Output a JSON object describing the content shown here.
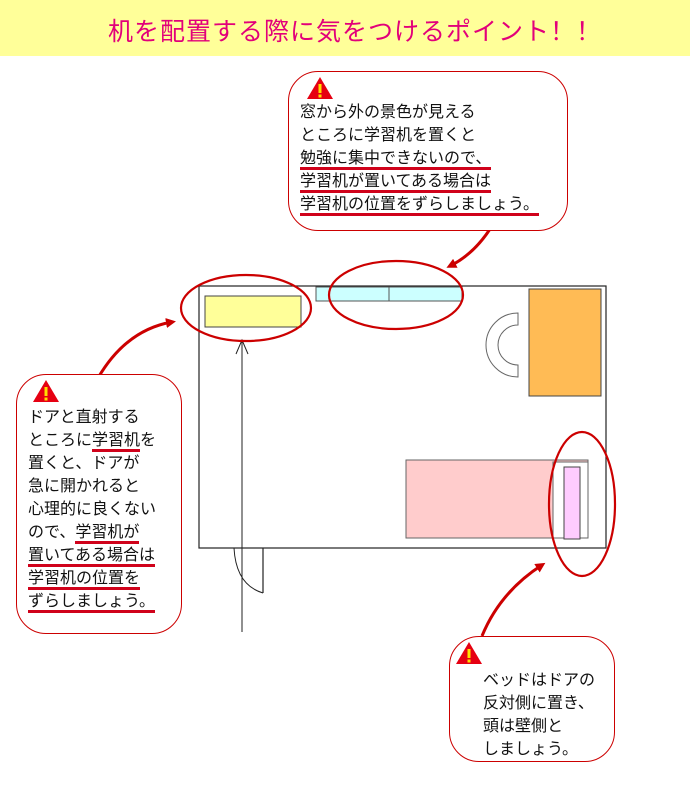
{
  "header": {
    "title": "机を配置する際に気をつけるポイント！！",
    "background": "#ffff99",
    "title_color": "#e2007a"
  },
  "notes": {
    "window": {
      "line1": "窓から外の景色が見える",
      "line2": "ところに学習机を置くと",
      "line3": "勉強に集中できないので、",
      "line4": "学習机が置いてある場合は",
      "line5": "学習机の位置をずらしましょう。"
    },
    "door": {
      "line1": "ドアと直射する",
      "line2a": "ところに",
      "line2b": "学習机",
      "line2c": "を",
      "line3": "置くと、ドアが",
      "line4": "急に開かれると",
      "line5": "心理的に良くない",
      "line6a": "ので、",
      "line6b": "学習机が",
      "line7": "置いてある場合は",
      "line8": "学習机の位置を",
      "line9": "ずらしましょう。"
    },
    "bed": {
      "line1": "ベッドはドアの",
      "line2": "反対側に置き、",
      "line3": "頭は壁側と",
      "line4": "しましょう。"
    }
  },
  "icons": {
    "warning": "warning-triangle-icon"
  },
  "colors": {
    "accent_red": "#cc0000",
    "desk": "#ffff99",
    "window": "#ccffff",
    "cabinet": "#ffbb55",
    "bed": "#ffcccc",
    "pillow": "#ffccff"
  }
}
